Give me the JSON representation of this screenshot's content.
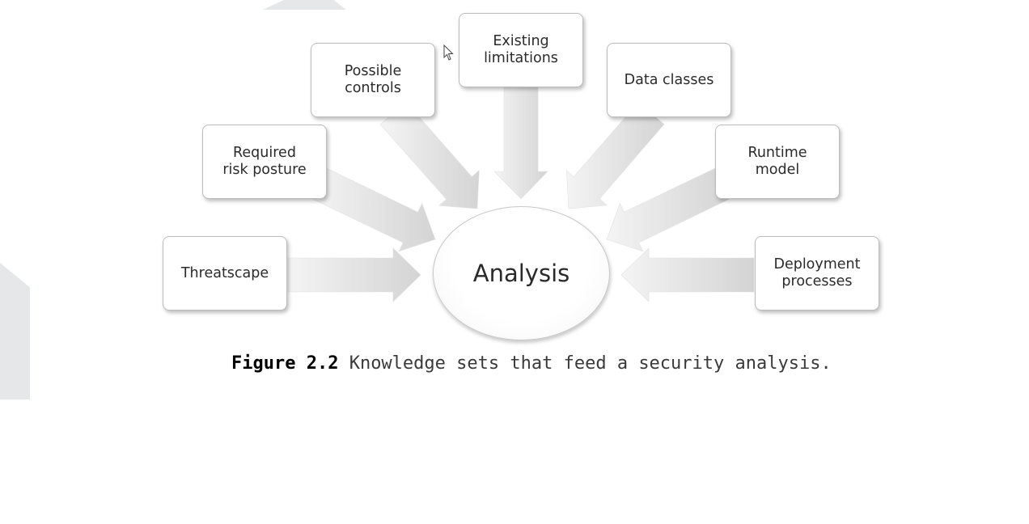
{
  "diagram": {
    "center_label": "Analysis",
    "inputs": [
      {
        "label": "Threatscape"
      },
      {
        "label": "Required\nrisk posture"
      },
      {
        "label": "Possible\ncontrols"
      },
      {
        "label": "Existing\nlimitations"
      },
      {
        "label": "Data classes"
      },
      {
        "label": "Runtime\nmodel"
      },
      {
        "label": "Deployment\nprocesses"
      }
    ]
  },
  "caption": {
    "figure_label": "Figure 2.2",
    "text": " Knowledge sets that feed a security analysis."
  }
}
